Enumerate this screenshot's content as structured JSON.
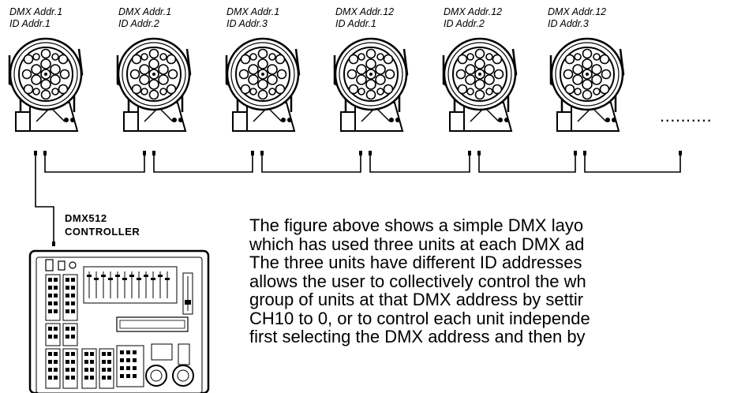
{
  "fixtures": [
    {
      "dmx": "DMX Addr.1",
      "id": "ID Addr.1"
    },
    {
      "dmx": "DMX Addr.1",
      "id": "ID Addr.2"
    },
    {
      "dmx": "DMX Addr.1",
      "id": "ID Addr.3"
    },
    {
      "dmx": "DMX Addr.12",
      "id": "ID Addr.1"
    },
    {
      "dmx": "DMX Addr.12",
      "id": "ID Addr.2"
    },
    {
      "dmx": "DMX Addr.12",
      "id": "ID Addr.3"
    }
  ],
  "continuation": "..........",
  "controller": {
    "line1": "DMX512",
    "line2": "CONTROLLER"
  },
  "description": [
    "The figure above shows a simple DMX layo",
    "which has used three units at each DMX ad",
    "The three units have different ID addresses",
    "allows the user to collectively control the wh",
    "group of units at that DMX address by settir",
    "CH10 to 0, or to control each unit independe",
    "first selecting the DMX address and then by"
  ]
}
